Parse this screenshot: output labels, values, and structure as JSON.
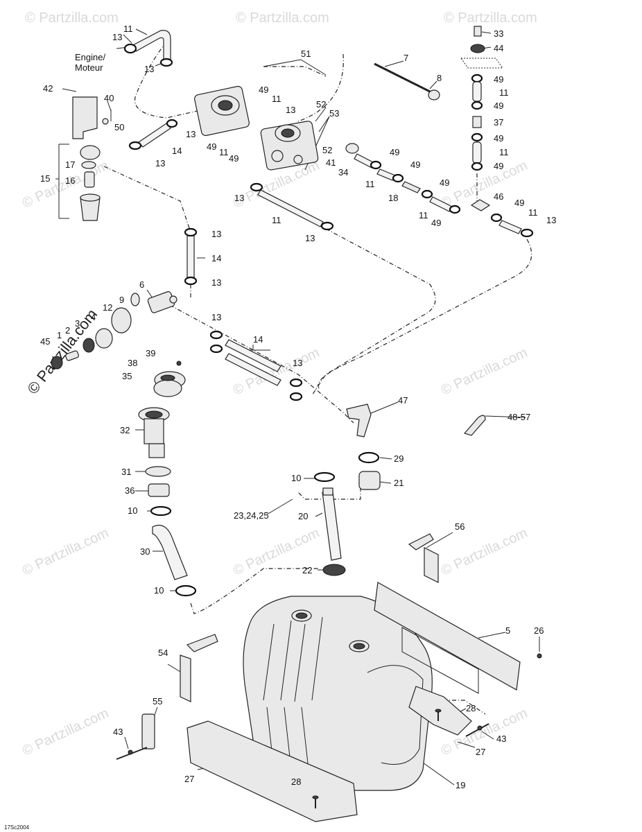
{
  "diagram": {
    "engine_note": [
      "Engine/",
      "Moteur"
    ],
    "footer_code": "17Sc2004",
    "watermark_corner": "© Partzilla.com",
    "watermark_side": "© Partzilla.com",
    "callouts": {
      "c11a": "11",
      "c13a": "13",
      "c13b": "13",
      "c51": "51",
      "c7": "7",
      "c8": "8",
      "c33": "33",
      "c44": "44",
      "c49a": "49",
      "c11r1": "11",
      "c49b": "49",
      "c37": "37",
      "c49c": "49",
      "c11r2": "11",
      "c49d": "49",
      "c42": "42",
      "c40": "40",
      "c50": "50",
      "c49e": "49",
      "c11b": "11",
      "c13c": "13",
      "c52a": "52",
      "c53": "53",
      "c13d": "13",
      "c14a": "14",
      "c13e": "13",
      "c49f": "49",
      "c11c": "11",
      "c49g": "49",
      "c52b": "52",
      "c41": "41",
      "c34": "34",
      "c49h": "49",
      "c11d": "11",
      "c49i": "49",
      "c18": "18",
      "c49j": "49",
      "c11e": "11",
      "c49k": "49",
      "c46": "46",
      "c49l": "49",
      "c11f": "11",
      "c13f": "13",
      "c17": "17",
      "c16": "16",
      "c15": "15",
      "c13g": "13",
      "c11g": "11",
      "c13h": "13",
      "c13i": "13",
      "c14b": "14",
      "c13j": "13",
      "c6": "6",
      "c9": "9",
      "c12": "12",
      "c4": "4",
      "c3": "3",
      "c2": "2",
      "c1": "1",
      "c45": "45",
      "c13k": "13",
      "c14c": "14",
      "c13l": "13",
      "c39": "39",
      "c38": "38",
      "c35": "35",
      "c47": "47",
      "c48": "48-57",
      "c32": "32",
      "c31": "31",
      "c36": "36",
      "c10a": "10",
      "c30": "30",
      "c10b": "10",
      "c29": "29",
      "c10c": "10",
      "c21": "21",
      "c232425": "23,24,25",
      "c20": "20",
      "c22": "22",
      "c56": "56",
      "c5": "5",
      "c26": "26",
      "c54": "54",
      "c55": "55",
      "c43a": "43",
      "c28a": "28",
      "c43b": "43",
      "c27a": "27",
      "c27b": "27",
      "c28b": "28",
      "c19": "19"
    }
  }
}
